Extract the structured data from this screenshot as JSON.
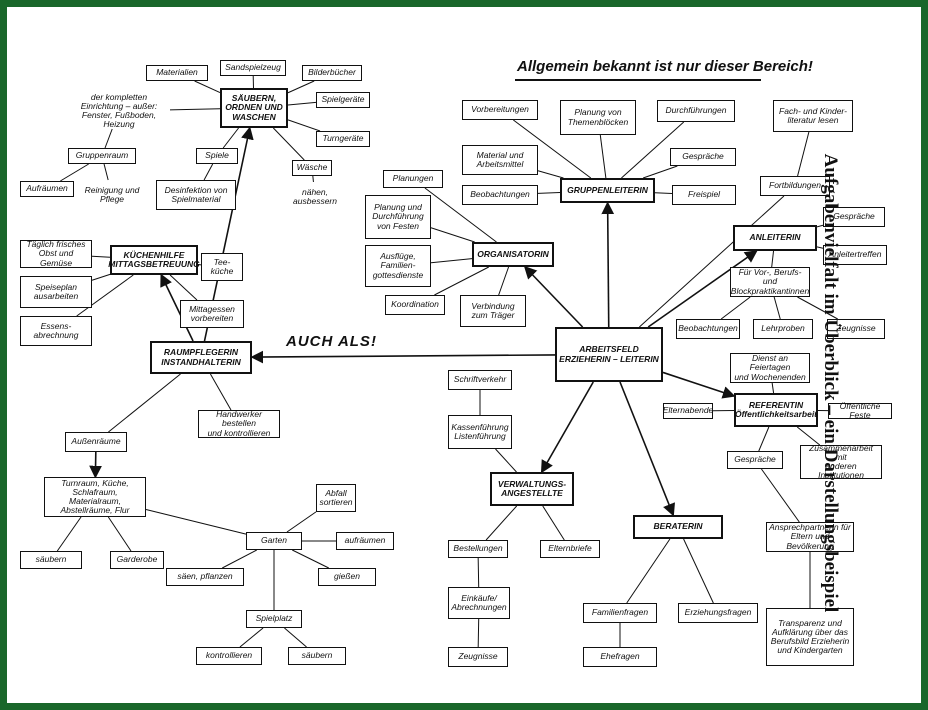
{
  "header": {
    "title": "Allgemein bekannt ist nur dieser Bereich!",
    "auch_als": "AUCH ALS!",
    "side_title": "Aufgabenvielfalt im Überblick – ein Darstellungsbeispiel"
  },
  "nodes": {
    "center": "ARBEITSFELD\nERZIEHERIN – LEITERIN",
    "gruppenleiterin": "GRUPPENLEITERIN",
    "vorbereitungen": "Vorbereitungen",
    "planung_themen": "Planung von\nThemenblöcken",
    "durchfuehrungen": "Durchführungen",
    "material_arbeitsmittel": "Material und\nArbeitsmittel",
    "beobachtungen_gl": "Beobachtungen",
    "gespraeche_gl": "Gespräche",
    "freispiel": "Freispiel",
    "organisatorin": "ORGANISATORIN",
    "planungen": "Planungen",
    "planung_festen": "Planung und\nDurchführung\nvon Festen",
    "ausfluege": "Ausflüge,\nFamilien-\ngottesdienste",
    "koordination": "Koordination",
    "verbindung_traeger": "Verbindung\nzum Träger",
    "fachliteratur": "Fach- und Kinder-\nliteratur lesen",
    "fortbildungen": "Fortbildungen",
    "anleiterin": "ANLEITERIN",
    "gespraeche_an": "Gespräche",
    "anleitertreffen": "Anleitertreffen",
    "praktikanten": "Für Vor-, Berufs- und\nBlockpraktikantinnen",
    "beobachtungen_an": "Beobachtungen",
    "lehrproben": "Lehrproben",
    "zeugnisse_an": "Zeugnisse",
    "dienst_feiertagen": "Dienst an Feiertagen\nund Wochenenden",
    "referentin": "REFERENTIN\nÖffentlichkeitsarbeit",
    "elternabende": "Elternabende",
    "oeffentliche_feste": "Öffentliche Feste",
    "gespraeche_ref": "Gespräche",
    "zusammenarbeit": "Zusammenarbeit mit\nanderen Institutionen",
    "ansprechpartnerin": "Ansprechpartnerin für\nEltern und Bevölkerung",
    "transparenz": "Transparenz und\nAufklärung über das\nBerufsbild Erzieherin\nund Kindergarten",
    "beraterin": "BERATERIN",
    "familienfragen": "Familienfragen",
    "erziehungsfragen": "Erziehungsfragen",
    "ehefragen": "Ehefragen",
    "verwaltung": "VERWALTUNGS-\nANGESTELLTE",
    "schriftverkehr": "Schriftverkehr",
    "kassenfuehrung": "Kassenführung\nListenführung",
    "bestellungen": "Bestellungen",
    "elternbriefe": "Elternbriefe",
    "einkaeufe": "Einkäufe/\nAbrechnungen",
    "zeugnisse_vw": "Zeugnisse",
    "raumpflegerin": "RAUMPFLEGERIN\nINSTANDHALTERIN",
    "handwerker": "Handwerker bestellen\nund kontrollieren",
    "aussenraeume": "Außenräume",
    "turnraum": "Turnraum, Küche,\nSchlafraum, Materialraum,\nAbstellräume, Flur",
    "saeubern_a": "säubern",
    "garderobe": "Garderobe",
    "garten": "Garten",
    "abfall": "Abfall\nsortieren",
    "aufraeumen_g": "aufräumen",
    "saeen": "säen, pflanzen",
    "giessen": "gießen",
    "spielplatz": "Spielplatz",
    "kontrollieren": "kontrollieren",
    "saeubern_s": "säubern",
    "kuechenhilfe": "KÜCHENHILFE\nMITTAGSBETREUUNG",
    "obst_gemuese": "Täglich frisches\nObst und Gemüse",
    "speiseplan": "Speiseplan\nausarbeiten",
    "essensabrechnung": "Essens-\nabrechnung",
    "teekueche": "Tee-\nküche",
    "mittagessen": "Mittagessen\nvorbereiten",
    "saubern_ordnen": "SÄUBERN,\nORDNEN UND\nWASCHEN",
    "materialien": "Materialien",
    "sandspielzeug": "Sandspielzeug",
    "bilderbuecher": "Bilderbücher",
    "einrichtung": "der kompletten\nEinrichtung – außer:\nFenster, Fußboden, Heizung",
    "spielgeraete": "Spielgeräte",
    "turngeraete": "Turngeräte",
    "waesche": "Wäsche",
    "naehen": "nähen,\nausbessern",
    "gruppenraum": "Gruppenraum",
    "aufraeumen_gr": "Aufräumen",
    "reinigung": "Reinigung und\nPflege",
    "spiele": "Spiele",
    "desinfektion": "Desinfektion von\nSpielmaterial"
  }
}
